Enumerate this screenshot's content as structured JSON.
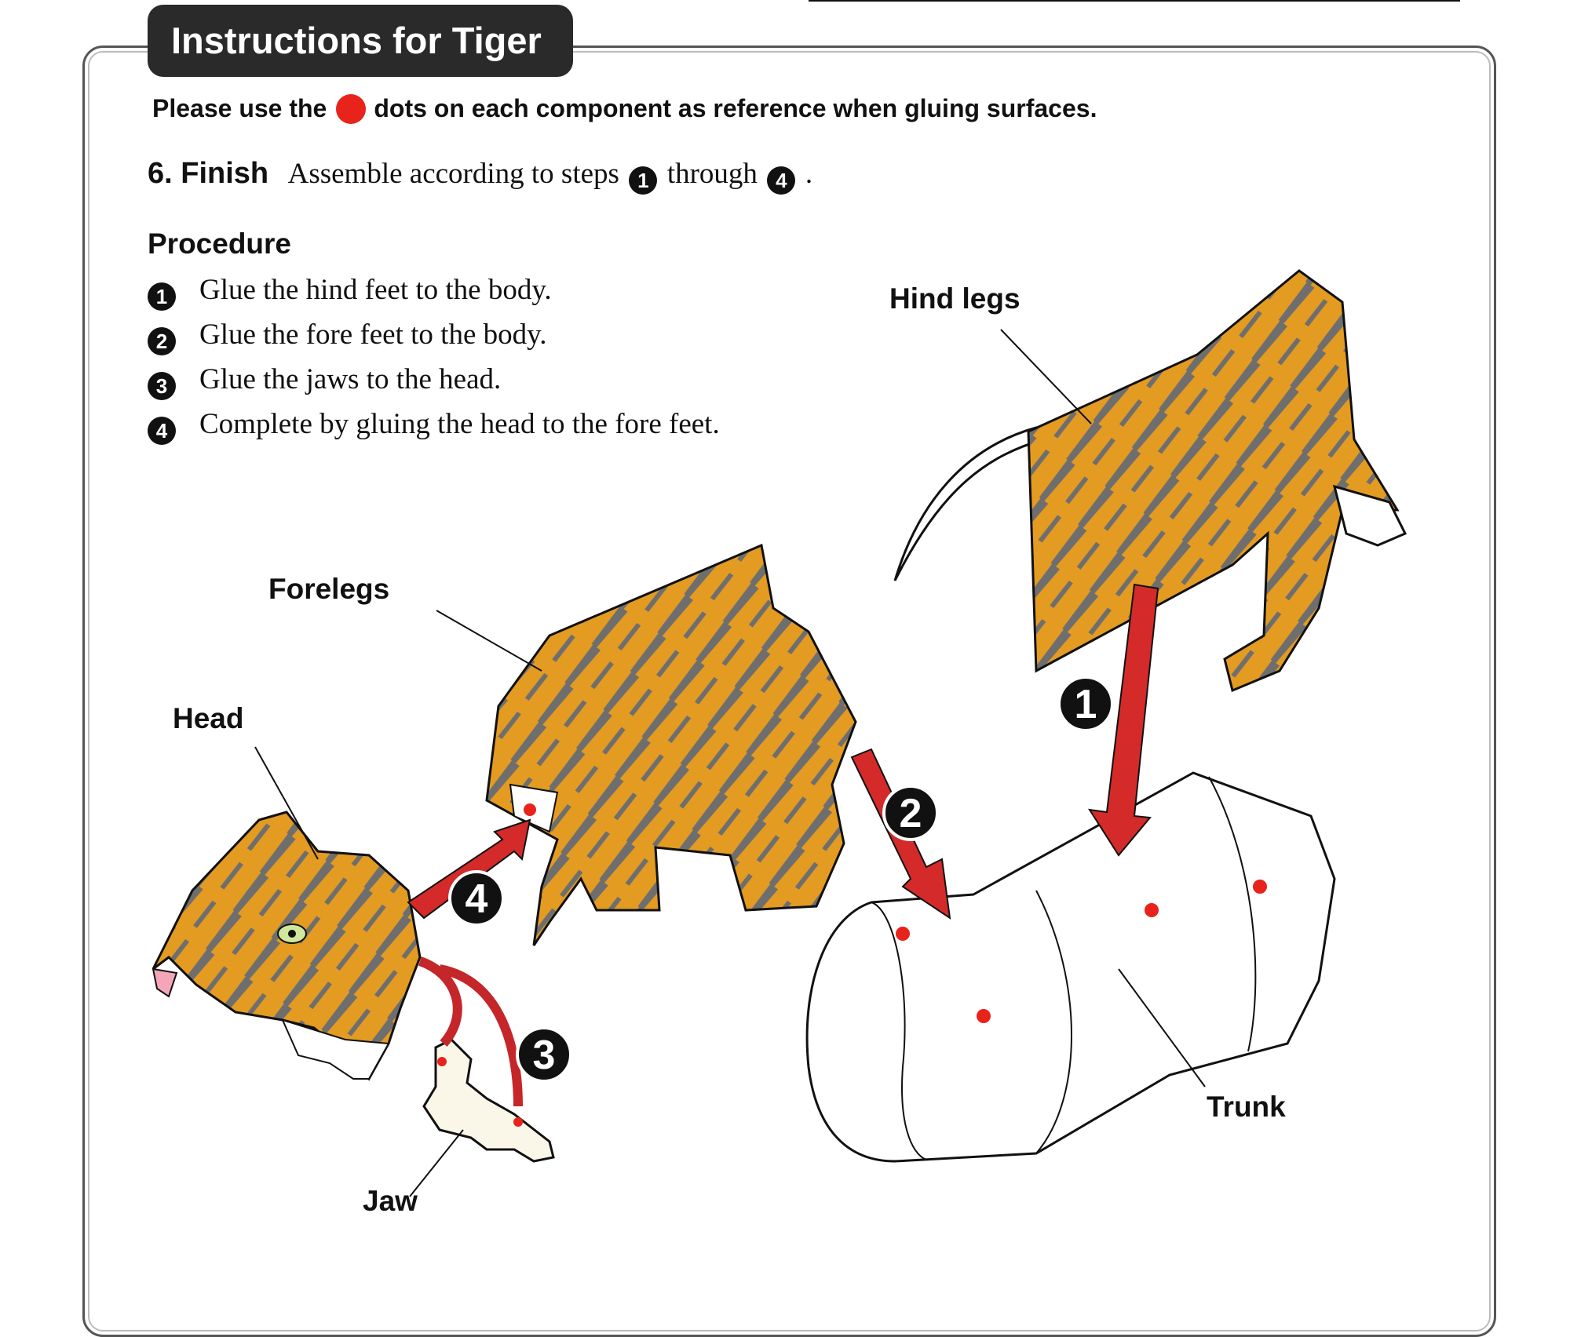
{
  "title": "Instructions for Tiger",
  "note": {
    "before": "Please use the",
    "after": "dots on each component as reference when gluing surfaces."
  },
  "step": {
    "title": "6. Finish",
    "text_before": "Assemble according to steps",
    "from_num": "1",
    "middle": "through",
    "to_num": "4",
    "end": "."
  },
  "procedure": {
    "heading": "Procedure",
    "items": [
      {
        "num": "1",
        "text": "Glue the hind feet to the body."
      },
      {
        "num": "2",
        "text": "Glue the fore feet to the body."
      },
      {
        "num": "3",
        "text": "Glue the jaws to the head."
      },
      {
        "num": "4",
        "text": "Complete by gluing the head to the fore feet."
      }
    ]
  },
  "labels": {
    "hind_legs": "Hind legs",
    "forelegs": "Forelegs",
    "head": "Head",
    "jaw": "Jaw",
    "trunk": "Trunk"
  },
  "arrow_numbers": [
    "1",
    "2",
    "3",
    "4"
  ],
  "colors": {
    "glue_dot": "#e8231c",
    "arrow": "#d42a2a",
    "tiger_orange": "#e39b22",
    "stripe": "#6e6e6e",
    "trunk_fill": "#ffffff"
  }
}
